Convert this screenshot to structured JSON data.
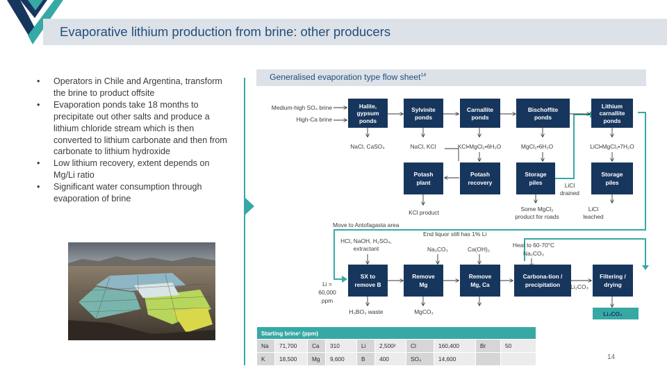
{
  "slide": {
    "title": "Evaporative lithium production from brine: other producers",
    "page_number": "14",
    "bullets": [
      "Operators in Chile and Argentina, transform the brine to product offsite",
      "Evaporation ponds take 18 months to precipitate out other salts and produce a lithium chloride stream which is then converted to lithium carbonate and then from carbonate to lithium hydroxide",
      "Low lithium  recovery, extent depends on Mg/Li ratio",
      "Significant water consumption through evaporation of brine"
    ]
  },
  "colors": {
    "accent": "#36a9a5",
    "navy": "#17365d",
    "header_bg": "#dde1e8",
    "title_text": "#1f4e79"
  },
  "flowsheet": {
    "title": "Generalised evaporation type flow sheet",
    "title_ref": "14",
    "boxes": {
      "halite": [
        "Halite,",
        "gypsum",
        "ponds"
      ],
      "sylvinite": [
        "Sylvinite",
        "ponds"
      ],
      "carnallite": [
        "Carnallite",
        "ponds"
      ],
      "bischoffite": [
        "Bischoffite",
        "ponds"
      ],
      "lithium_carnallite": [
        "Lithium",
        "carnallite",
        "ponds"
      ],
      "potash_plant": [
        "Potash",
        "plant"
      ],
      "potash_recovery": [
        "Potash",
        "recovery"
      ],
      "storage_piles_1": [
        "Storage",
        "piles"
      ],
      "storage_piles_2": [
        "Storage",
        "piles"
      ],
      "sx": [
        "SX to",
        "remove B"
      ],
      "remove_mg": [
        "Remove",
        "Mg"
      ],
      "remove_mgca": [
        "Remove",
        "Mg, Ca"
      ],
      "carbonation": [
        "Carbona-tion /",
        "precipitation"
      ],
      "filtering": [
        "Filtering /",
        "drying"
      ]
    },
    "inputs": {
      "brine1": "Medium-high SO₄ brine",
      "brine2": "High-Ca brine",
      "sx_reagents": [
        "HCl, NaOH, H₂SO₄,",
        "extractant"
      ],
      "na2co3": "Na₂CO₃",
      "caoh2": "Ca(OH)₂",
      "heat": [
        "Heat to 60-70°C",
        "Na₂CO₃"
      ]
    },
    "outputs": {
      "halite_salts": "NaCl, CaSO₄",
      "sylvinite_salts": "NaCl, KCl",
      "carnallite_salts": "KCl•MgCl₂•6H₂O",
      "bischoffite_salts": "MgCl₂•6H₂O",
      "licarnallite_salts": "LiCl•MgCl₂•7H₂O",
      "kcl_product": "KCl product",
      "mgcl2_product": [
        "Some MgCl₂",
        "product for roads"
      ],
      "licl_drained": [
        "LiCl",
        "drained"
      ],
      "licl_leached": [
        "LiCl",
        "leached"
      ],
      "h3bo3": "H₃BO₃ waste",
      "mgco3": "MgCO₃",
      "li2co3_mid": "Li₂CO₃",
      "li2co3_final": "Li₂CO₃"
    },
    "notes": {
      "antofagasta": "Move to Antofagasta area",
      "end_liquor": "End liquor still has 1% Li",
      "li_conc": [
        "Li =",
        "60,000",
        "ppm"
      ]
    }
  },
  "brine_table": {
    "header": "Starting brine¹ (ppm)",
    "rows": [
      [
        [
          "Na",
          "71,700"
        ],
        [
          "Ca",
          "310"
        ],
        [
          "Li",
          "2,500²"
        ],
        [
          "Cl",
          "160,400"
        ],
        [
          "Br",
          "50"
        ]
      ],
      [
        [
          "K",
          "18,500"
        ],
        [
          "Mg",
          "9,600"
        ],
        [
          "B",
          "400"
        ],
        [
          "SO₄",
          "14,600"
        ],
        [
          "",
          ""
        ]
      ]
    ]
  }
}
